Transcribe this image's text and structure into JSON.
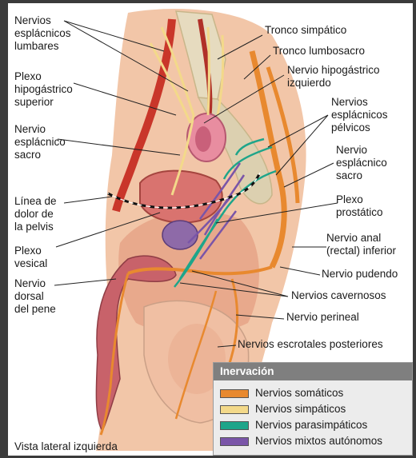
{
  "labels": {
    "nervios_esplacnicos_lumbares": "Nervios\nesplácnicos\nlumbares",
    "plexo_hipogastrico_superior": "Plexo\nhipogástrico\nsuperior",
    "nervio_esplacnico_sacro_left": "Nervio\nesplácnico\nsacro",
    "linea_dolor_pelvis": "Línea de\ndolor de\nla pelvis",
    "plexo_vesical": "Plexo\nvesical",
    "nervio_dorsal_pene": "Nervio\ndorsal\ndel pene",
    "tronco_simpatico": "Tronco simpático",
    "tronco_lumbosacro": "Tronco lumbosacro",
    "nervio_hipogastrico_izquierdo": "Nervio hipogástrico\nizquierdo",
    "nervios_esplacnicos_pelvicos": "Nervios\nesplácnicos\npélvicos",
    "nervio_esplacnico_sacro_right": "Nervio\nesplácnico\nsacro",
    "plexo_prostatico": "Plexo\nprostático",
    "nervio_anal_inferior": "Nervio anal\n(rectal) inferior",
    "nervio_pudendo": "Nervio pudendo",
    "nervios_cavernosos": "Nervios cavernosos",
    "nervio_perineal": "Nervio perineal",
    "nervios_escrotales_posteriores": "Nervios escrotales posteriores"
  },
  "legend": {
    "title": "Inervación",
    "items": [
      {
        "label": "Nervios somáticos",
        "color": "#e8892f"
      },
      {
        "label": "Nervios simpáticos",
        "color": "#f3d98a"
      },
      {
        "label": "Nervios parasimpáticos",
        "color": "#1ea58a"
      },
      {
        "label": "Nervios mixtos autónomos",
        "color": "#7a55a8"
      }
    ]
  },
  "caption": "Vista lateral izquierda"
}
